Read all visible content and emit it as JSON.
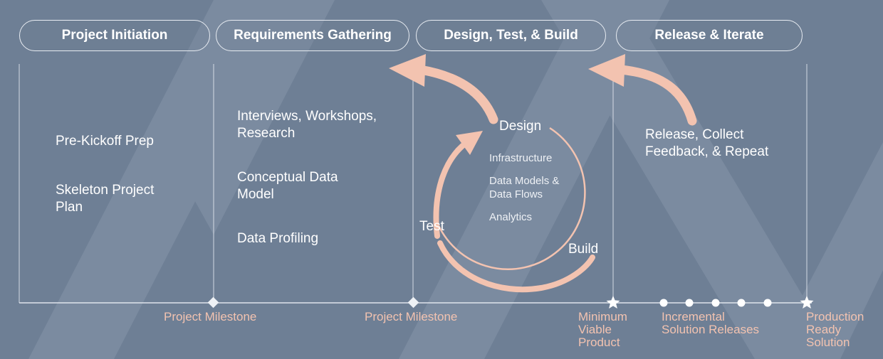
{
  "phases": [
    {
      "label": "Project Initiation"
    },
    {
      "label": "Requirements Gathering"
    },
    {
      "label": "Design, Test, & Build"
    },
    {
      "label": "Release & Iterate"
    }
  ],
  "columns": {
    "initiation": [
      "Pre-Kickoff Prep",
      "Skeleton Project\nPlan"
    ],
    "requirements": [
      "Interviews, Workshops,\nResearch",
      "Conceptual Data\nModel",
      "Data Profiling"
    ],
    "release": "Release, Collect\nFeedback, & Repeat"
  },
  "cycle": {
    "design": "Design",
    "test": "Test",
    "build": "Build",
    "items": [
      "Infrastructure",
      "Data Models &\nData Flows",
      "Analytics"
    ]
  },
  "milestones": {
    "m1": "Project Milestone",
    "m2": "Project Milestone",
    "mvp": "Minimum\nViable\nProduct",
    "incremental": "Incremental\nSolution Releases",
    "production": "Production\nReady\nSolution"
  },
  "colors": {
    "background": "#6e7f95",
    "accent": "#f3c3b0",
    "line": "#dfe4ec"
  }
}
